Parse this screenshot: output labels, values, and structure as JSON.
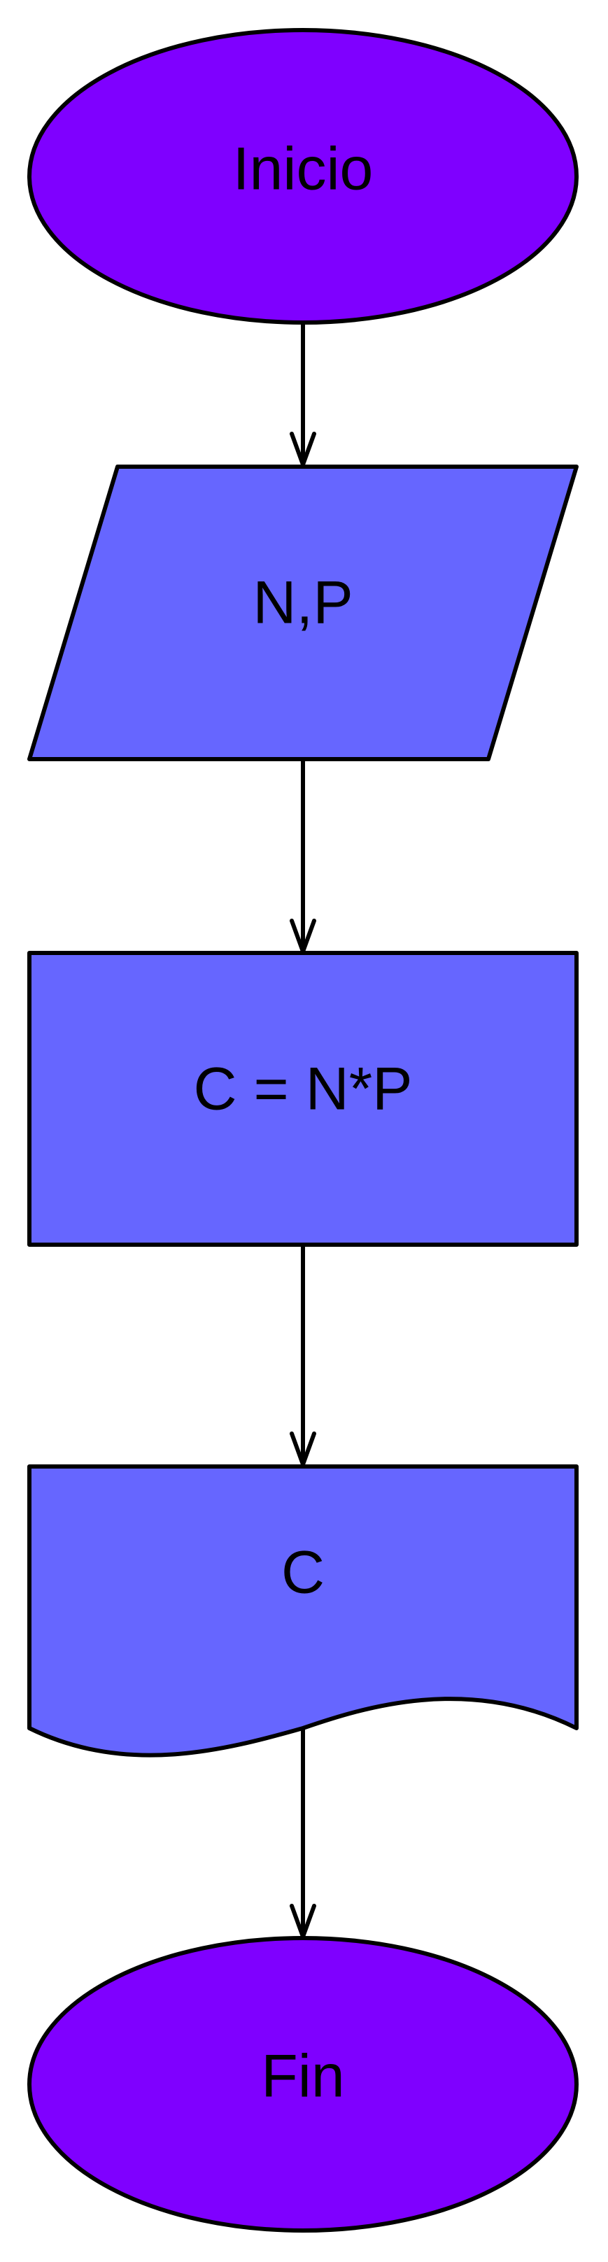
{
  "colors": {
    "terminal_fill": "#7F00FF",
    "process_fill": "#6666FF",
    "stroke": "#000000",
    "background": "#FFFFFF"
  },
  "nodes": {
    "start": {
      "label": "Inicio",
      "shape": "ellipse"
    },
    "input": {
      "label": "N,P",
      "shape": "parallelogram"
    },
    "process": {
      "label": "C = N*P",
      "shape": "rectangle"
    },
    "output": {
      "label": "C",
      "shape": "document"
    },
    "end": {
      "label": "Fin",
      "shape": "ellipse"
    }
  },
  "edges": [
    {
      "from": "start",
      "to": "input"
    },
    {
      "from": "input",
      "to": "process"
    },
    {
      "from": "process",
      "to": "output"
    },
    {
      "from": "output",
      "to": "end"
    }
  ]
}
